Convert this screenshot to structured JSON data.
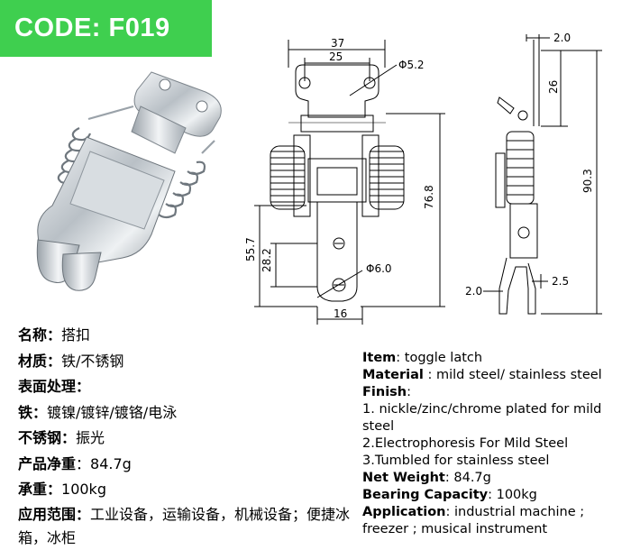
{
  "badge": {
    "code": "CODE: F019"
  },
  "dimensions": {
    "top_width_outer": "37",
    "top_width_inner": "25",
    "hole_dia": "Φ5.2",
    "total_length": "76.8",
    "lower_length": "55.7",
    "pin_length": "28.2",
    "lower_hole_dia": "Φ6.0",
    "bottom_width": "16",
    "side_thickness_top": "2.0",
    "side_top_height": "26",
    "side_total_height": "90.3",
    "side_offset_left": "2.0",
    "side_offset_right": "2.5"
  },
  "cn": {
    "name_label": "名称：",
    "name_value": "搭扣",
    "material_label": "材质：",
    "material_value": "铁/不锈钢",
    "surface_label": "表面处理：",
    "iron_label": "铁：",
    "iron_value": "镀镍/镀锌/镀铬/电泳",
    "stainless_label": "不锈钢：",
    "stainless_value": "振光",
    "weight_label": "产品净重",
    "weight_value": "：84.7g",
    "load_label": "承重：",
    "load_value": "100kg",
    "app_label": "应用范围：",
    "app_value": "工业设备，运输设备，机械设备；便捷冰箱，冰柜"
  },
  "en": {
    "item_label": "Item",
    "item_value": ": toggle latch",
    "material_label": "Material",
    "material_value": " : mild steel/ stainless steel",
    "finish_label": "Finish",
    "finish_colon": ":",
    "finish_1": "1. nickle/zinc/chrome plated for mild steel",
    "finish_2": "2.Electrophoresis For Mild Steel",
    "finish_3": "3.Tumbled for stainless steel",
    "weight_label": "Net Weight",
    "weight_value": ": 84.7g",
    "bearing_label": "Bearing Capacity",
    "bearing_value": ": 100kg",
    "app_label": "Application",
    "app_value": ": industrial machine ; freezer ; musical instrument"
  }
}
